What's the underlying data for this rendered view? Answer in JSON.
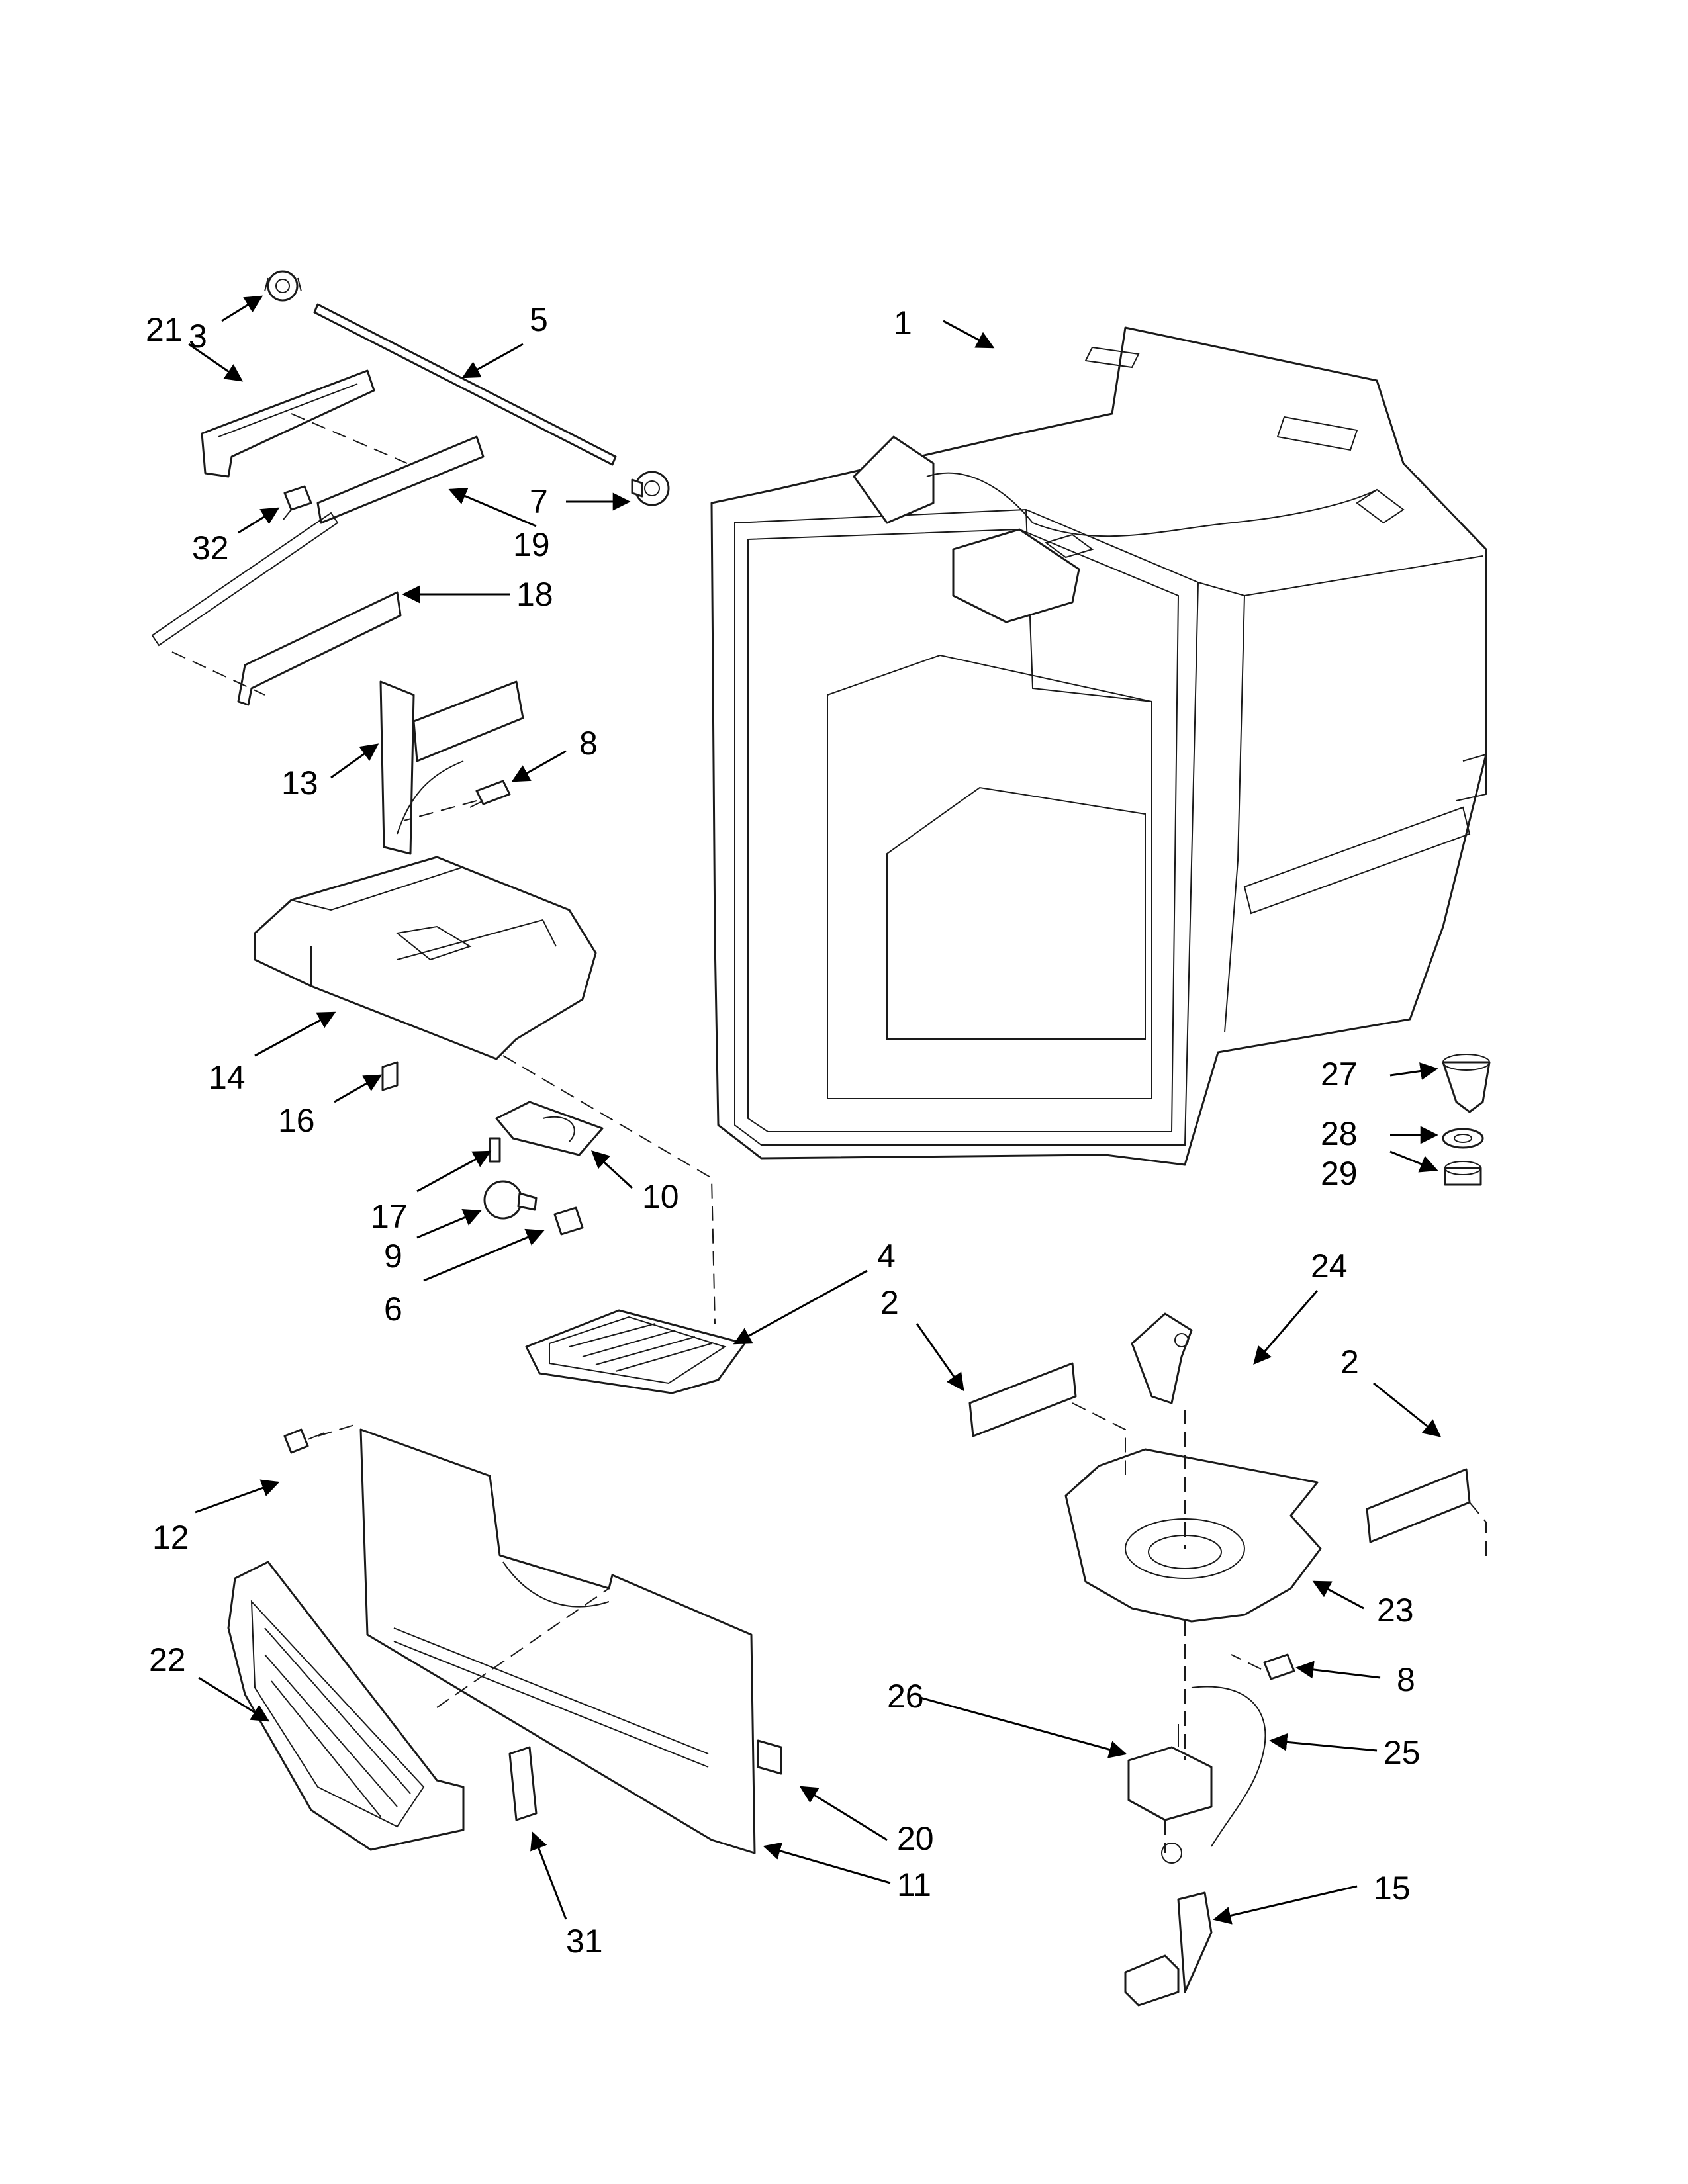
{
  "diagram": {
    "labels": [
      "1",
      "2",
      "2",
      "3",
      "4",
      "5",
      "6",
      "7",
      "8",
      "8",
      "9",
      "10",
      "11",
      "12",
      "13",
      "14",
      "15",
      "16",
      "17",
      "18",
      "19",
      "20",
      "21",
      "22",
      "23",
      "24",
      "25",
      "26",
      "27",
      "28",
      "29",
      "31",
      "32"
    ],
    "components": [
      "freezer-liner-1",
      "filter-2-left",
      "filter-2-right",
      "gear-3",
      "cover-4",
      "rod-5",
      "socket-6",
      "gear-7",
      "screw-8-upper",
      "screw-8-lower",
      "bulb-9",
      "light-housing-10",
      "panel-11",
      "screw-12",
      "bracket-13",
      "control-housing-14",
      "bracket-15",
      "switch-16",
      "screw-17",
      "slide-18",
      "slide-19",
      "gasket-20",
      "slide-21",
      "grille-22",
      "fan-housing-23",
      "fan-blade-24",
      "harness-25",
      "motor-26",
      "grommet-27",
      "washer-28",
      "nut-29",
      "thermistor-31",
      "screw-32"
    ]
  }
}
